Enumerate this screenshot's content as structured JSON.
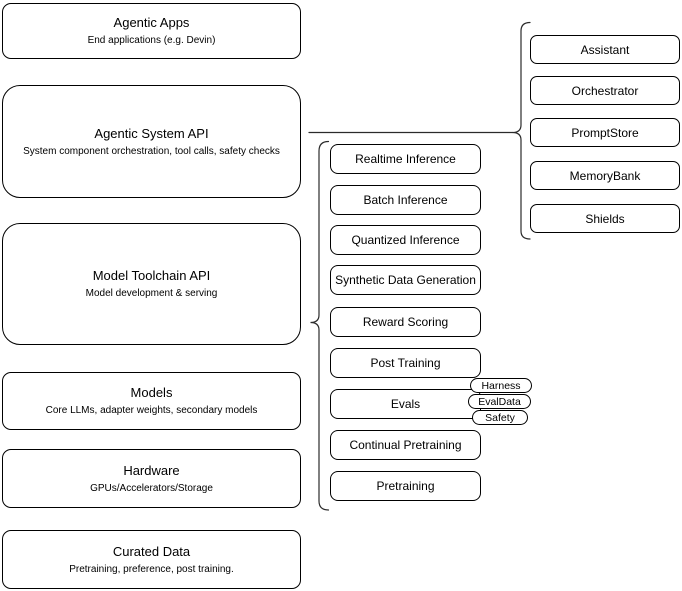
{
  "left_stack": [
    {
      "title": "Agentic Apps",
      "subtitle": "End applications (e.g. Devin)"
    },
    {
      "title": "Agentic System API",
      "subtitle": "System component orchestration, tool calls, safety checks"
    },
    {
      "title": "Model Toolchain API",
      "subtitle": "Model development & serving"
    },
    {
      "title": "Models",
      "subtitle": "Core LLMs, adapter weights, secondary models"
    },
    {
      "title": "Hardware",
      "subtitle": "GPUs/Accelerators/Storage"
    },
    {
      "title": "Curated Data",
      "subtitle": "Pretraining, preference, post training."
    }
  ],
  "toolchain": {
    "items": [
      "Realtime Inference",
      "Batch Inference",
      "Quantized Inference",
      "Synthetic Data Generation",
      "Reward Scoring",
      "Post Training",
      "Evals",
      "Continual Pretraining",
      "Pretraining"
    ]
  },
  "eval_tags": [
    "Harness",
    "EvalData",
    "Safety"
  ],
  "components": [
    "Assistant",
    "Orchestrator",
    "PromptStore",
    "MemoryBank",
    "Shields"
  ],
  "colors": {
    "background": "#ffffff",
    "node_fill": "#ffffff",
    "node_border": "#000000",
    "connector": "#2b2b2b"
  }
}
